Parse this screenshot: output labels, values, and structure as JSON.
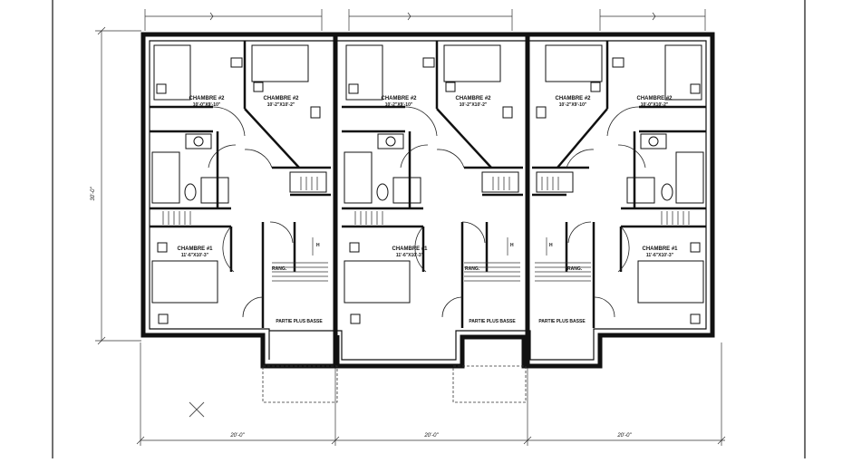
{
  "plan": {
    "units": [
      {
        "chambre2a": {
          "name": "CHAMBRE #2",
          "size": "10'-0\"X9'-10\""
        },
        "chambre2b": {
          "name": "CHAMBRE #2",
          "size": "10'-2\"X10'-2\""
        },
        "chambre1": {
          "name": "CHAMBRE #1",
          "size": "11'-6\"X10'-3\""
        },
        "rang": "RANG.",
        "up": "H",
        "stairs": "PARTIE PLUS BASSE"
      },
      {
        "chambre2a": {
          "name": "CHAMBRE #2",
          "size": "10'-2\"X9'-10\""
        },
        "chambre2b": {
          "name": "CHAMBRE #2",
          "size": "10'-2\"X10'-2\""
        },
        "chambre1": {
          "name": "CHAMBRE #1",
          "size": "11'-6\"X10'-3\""
        },
        "rang": "RANG.",
        "up": "H",
        "stairs": "PARTIE PLUS BASSE"
      },
      {
        "chambre2a": {
          "name": "CHAMBRE #2",
          "size": "10'-2\"X9'-10\""
        },
        "chambre2b": {
          "name": "CHAMBRE #2",
          "size": "10'-0\"X10'-2\""
        },
        "chambre1": {
          "name": "CHAMBRE #1",
          "size": "11'-6\"X10'-3\""
        },
        "rang": "RANG.",
        "up": "H",
        "stairs": "PARTIE PLUS BASSE"
      }
    ],
    "dims": {
      "bottom": [
        "20'-0\"",
        "20'-0\"",
        "20'-0\""
      ],
      "left": "30'-0\""
    }
  },
  "colors": {
    "line": "#111111",
    "thin": "#333333",
    "paper": "#ffffff"
  }
}
